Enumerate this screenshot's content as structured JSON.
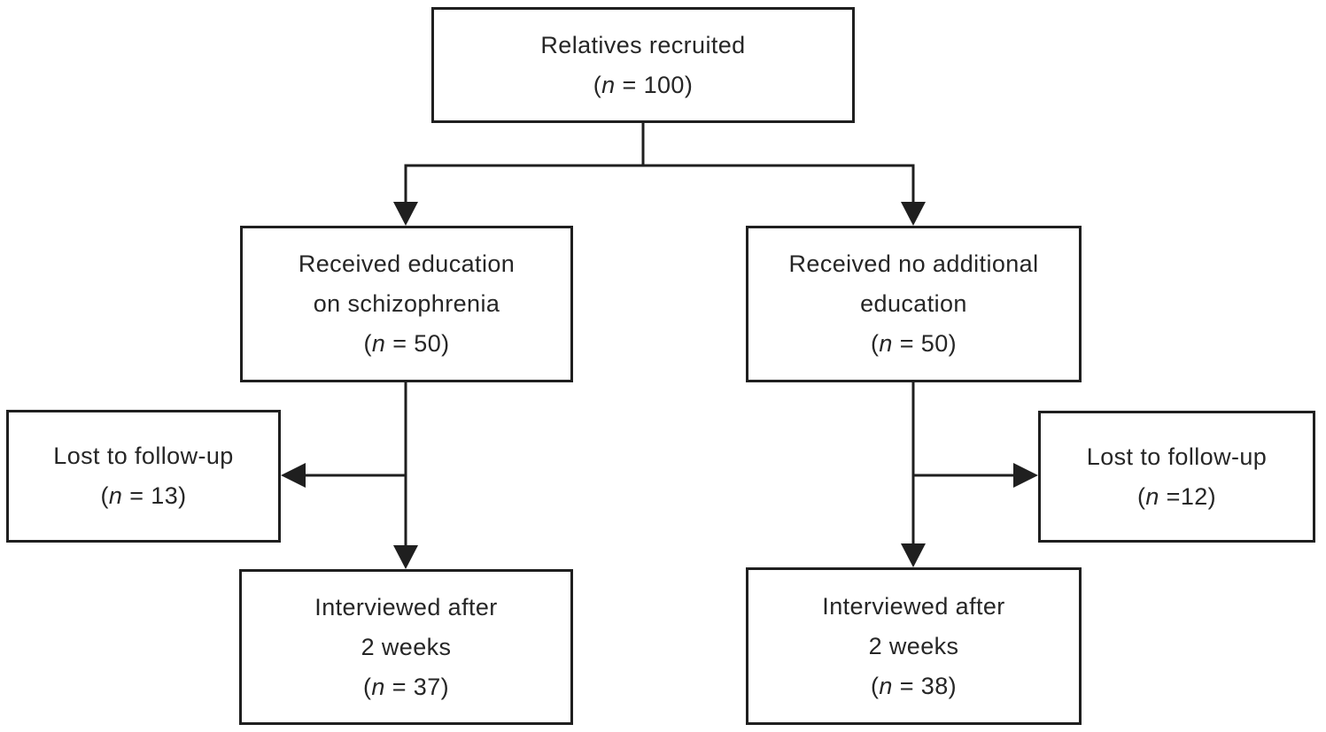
{
  "diagram": {
    "type": "flowchart",
    "colors": {
      "line": "#1f1f1f",
      "text": "#262626",
      "background": "#ffffff"
    },
    "nodes": {
      "recruited": {
        "lines": [
          "Relatives recruited"
        ],
        "n": [
          "(",
          "n",
          " = 100)"
        ]
      },
      "education": {
        "lines": [
          "Received education",
          "on schizophrenia"
        ],
        "n": [
          "(",
          "n",
          " = 50)"
        ]
      },
      "control": {
        "lines": [
          "Received no additional",
          "education"
        ],
        "n": [
          "(",
          "n",
          " = 50)"
        ]
      },
      "lost_left": {
        "lines": [
          "Lost to follow-up"
        ],
        "n": [
          "(",
          "n",
          " = 13)"
        ]
      },
      "lost_right": {
        "lines": [
          "Lost to follow-up"
        ],
        "n": [
          "(",
          "n",
          " =12)"
        ]
      },
      "interviewed_left": {
        "lines": [
          "Interviewed after",
          "2 weeks"
        ],
        "n": [
          "(",
          "n",
          " = 37)"
        ]
      },
      "interviewed_right": {
        "lines": [
          "Interviewed after",
          "2 weeks"
        ],
        "n": [
          "(",
          "n",
          " = 38)"
        ]
      }
    },
    "edges": [
      {
        "from": "recruited",
        "to": "education"
      },
      {
        "from": "recruited",
        "to": "control"
      },
      {
        "from": "education",
        "to": "lost_left"
      },
      {
        "from": "education",
        "to": "interviewed_left"
      },
      {
        "from": "control",
        "to": "lost_right"
      },
      {
        "from": "control",
        "to": "interviewed_right"
      }
    ]
  }
}
